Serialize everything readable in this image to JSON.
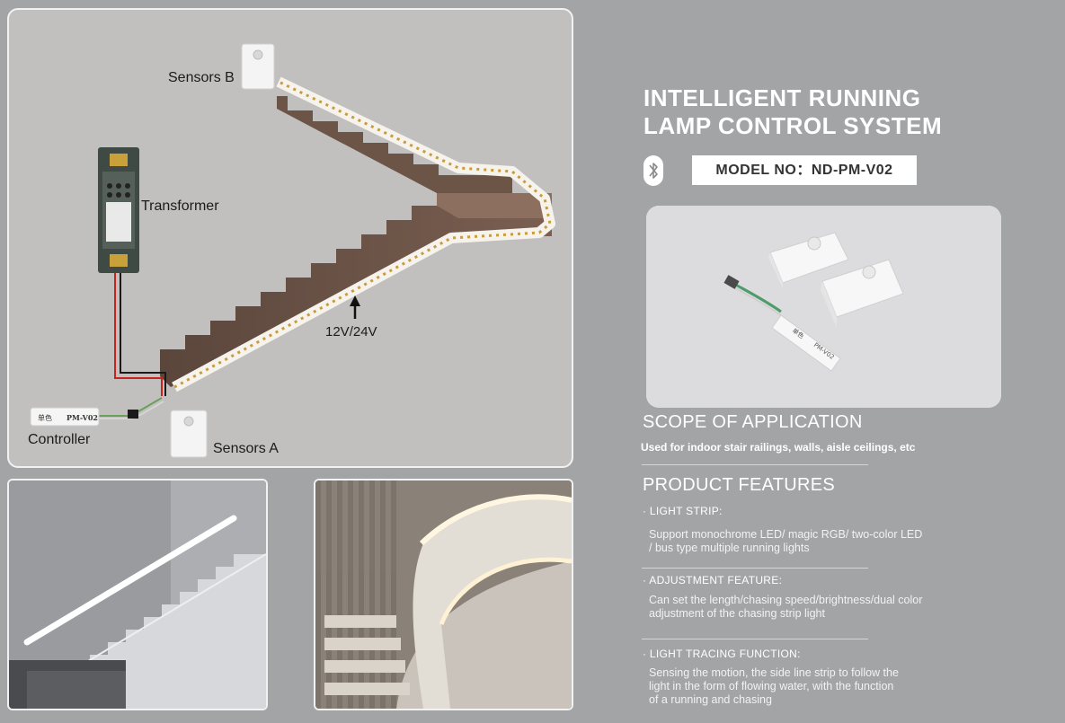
{
  "diagram": {
    "sensors_b": "Sensors B",
    "transformer": "Transformer",
    "voltage": "12V/24V",
    "controller": "Controller",
    "sensors_a": "Sensors A",
    "controller_chip": "单色",
    "controller_model": "PM-V02"
  },
  "header": {
    "title_line1": "INTELLIGENT RUNNING",
    "title_line2": "LAMP CONTROL SYSTEM",
    "model": "MODEL NO：ND-PM-V02"
  },
  "product_photo": {
    "chip": "单色",
    "model": "PM-V02"
  },
  "scope": {
    "heading": "SCOPE OF APPLICATION",
    "text": "Used for indoor stair railings, walls, aisle ceilings, etc"
  },
  "features": {
    "heading": "PRODUCT FEATURES",
    "items": [
      {
        "title": "· LIGHT STRIP:",
        "line1": "Support monochrome LED/ magic RGB/ two-color LED",
        "line2": "/ bus type multiple running lights",
        "line3": ""
      },
      {
        "title": "· ADJUSTMENT FEATURE:",
        "line1": "Can set the length/chasing speed/brightness/dual color",
        "line2": "adjustment of the chasing strip light",
        "line3": ""
      },
      {
        "title": "· LIGHT TRACING FUNCTION:",
        "line1": "Sensing the motion, the side line strip to follow the",
        "line2": "light in the form of flowing water, with the function",
        "line3": "of a running and chasing"
      }
    ]
  },
  "colors": {
    "background": "#a3a4a6",
    "panel": "#c2c0bf",
    "stair": "#5e4a40",
    "strip": "#f4f1ea"
  }
}
